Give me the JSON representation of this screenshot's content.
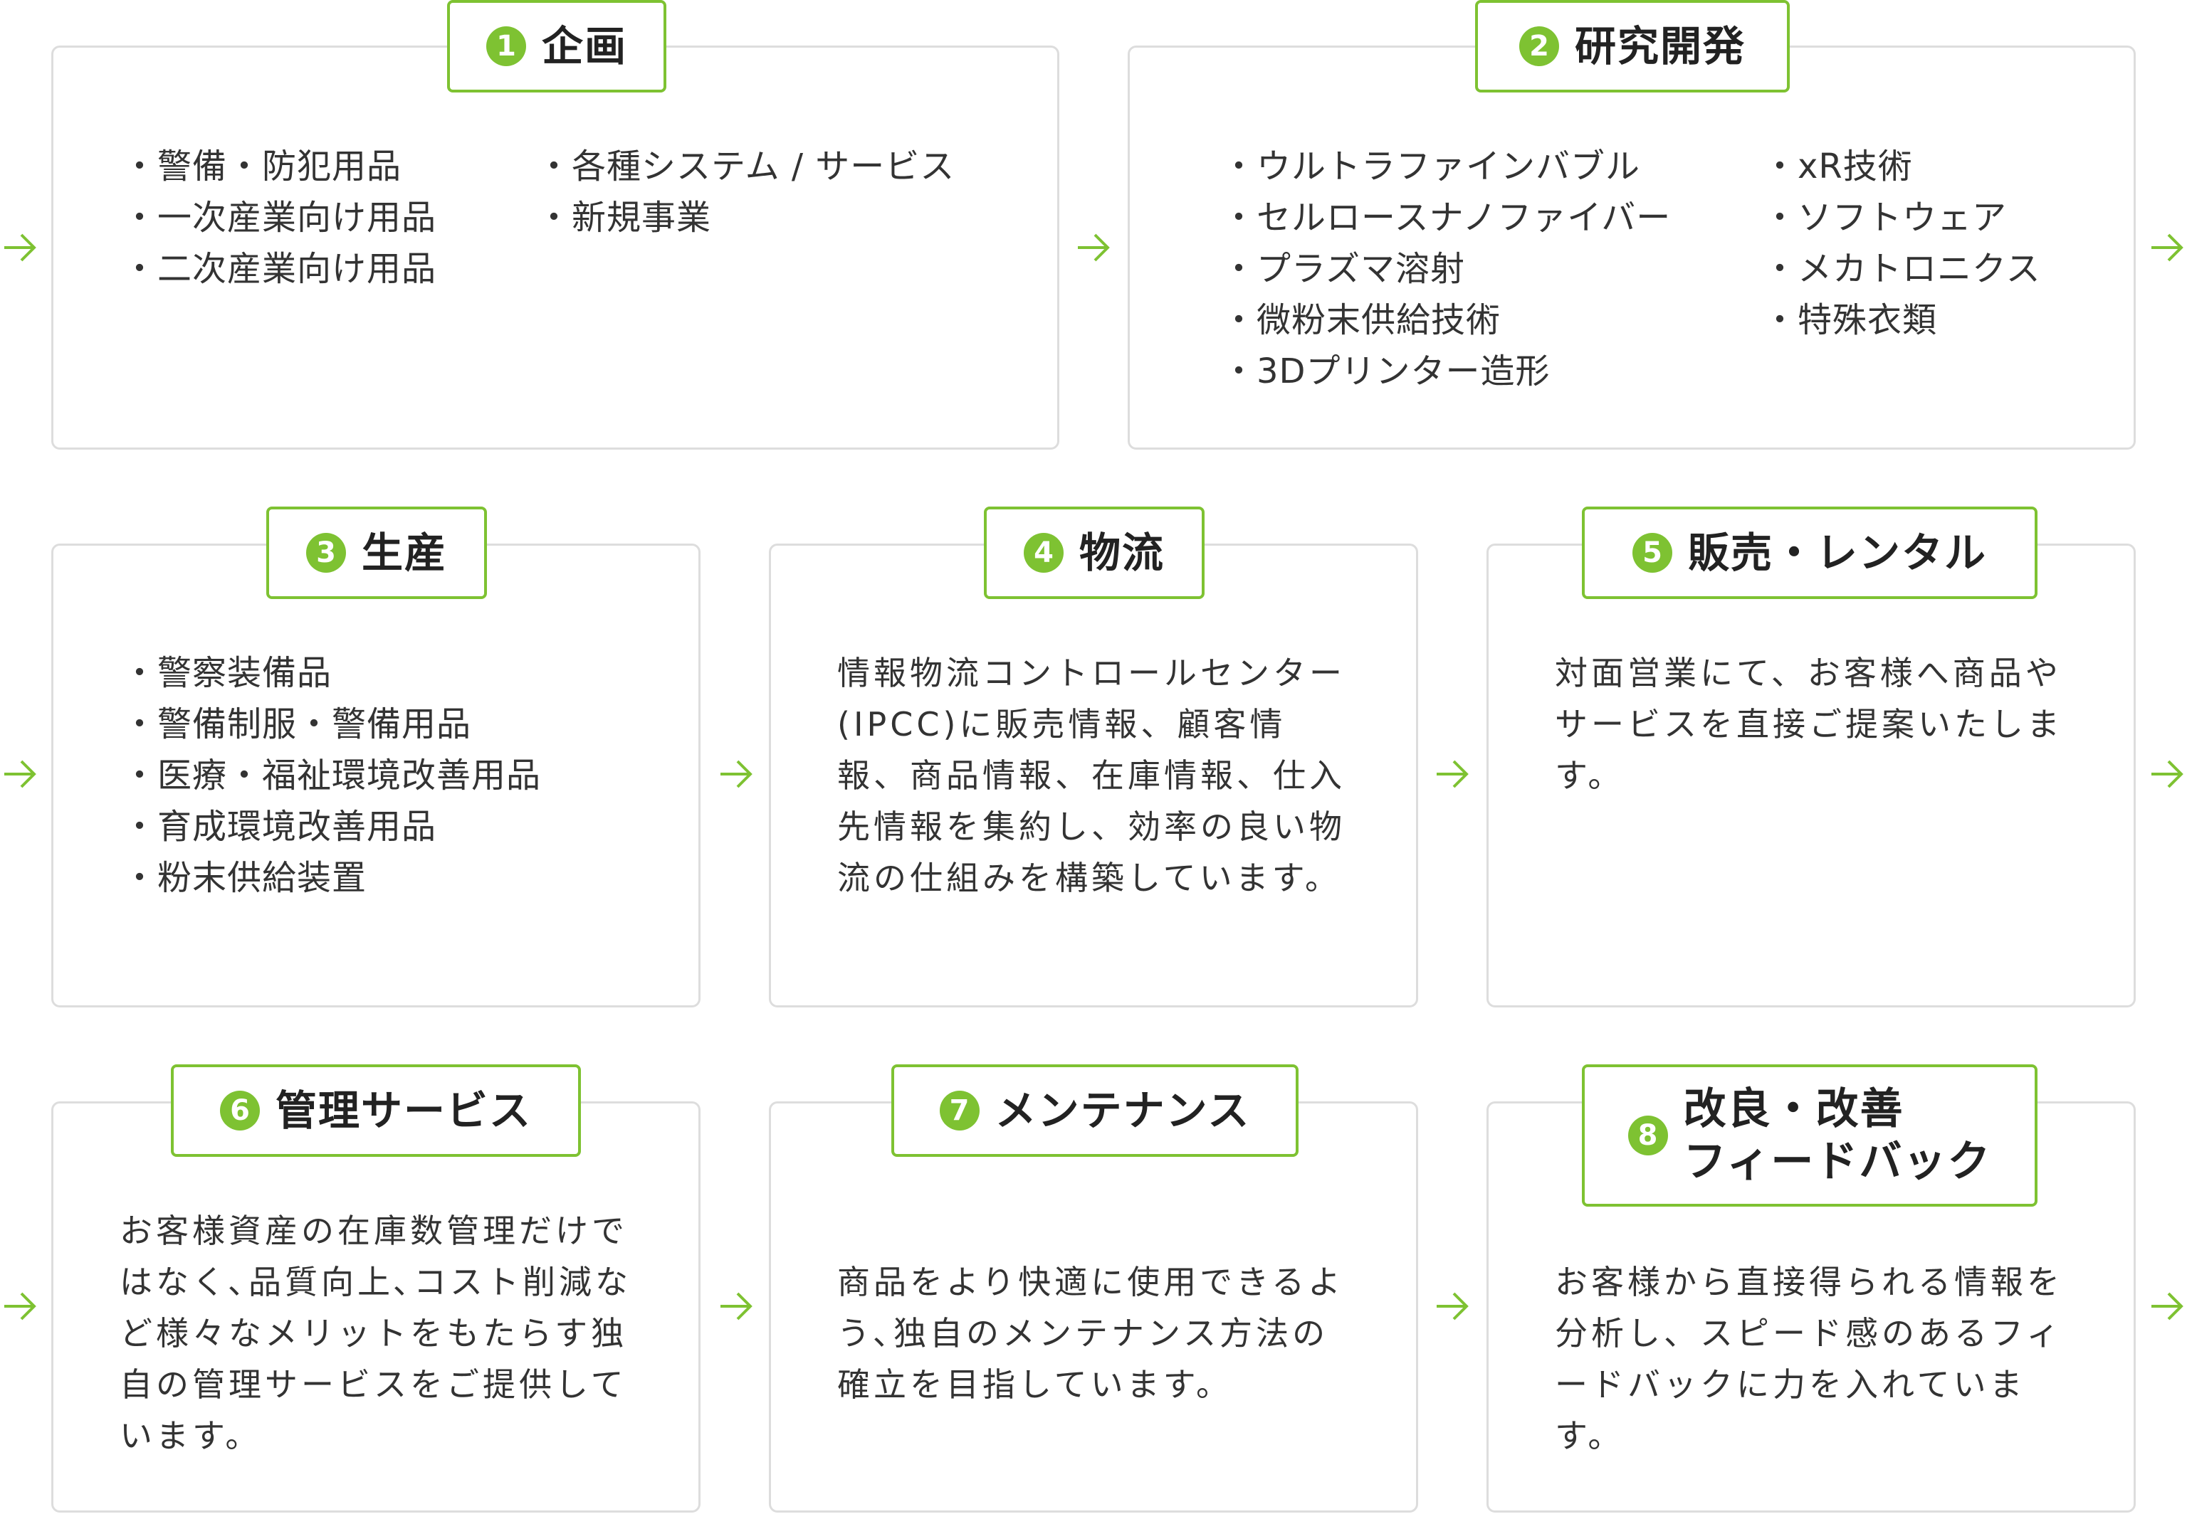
{
  "colors": {
    "accent": "#7ec232",
    "card_border": "#dddddd",
    "text": "#333333"
  },
  "steps": [
    {
      "number": "1",
      "title": "企画",
      "col1": [
        "警備・防犯用品",
        "一次産業向け用品",
        "二次産業向け用品"
      ],
      "col2": [
        "各種システム / サービス",
        "新規事業"
      ]
    },
    {
      "number": "2",
      "title": "研究開発",
      "col1": [
        "ウルトラファインバブル",
        "セルロースナノファイバー",
        "プラズマ溶射",
        "微粉末供給技術",
        "3Dプリンター造形"
      ],
      "col2": [
        "xR技術",
        "ソフトウェア",
        "メカトロニクス",
        "特殊衣類"
      ]
    },
    {
      "number": "3",
      "title": "生産",
      "col1": [
        "警察装備品",
        "警備制服・警備用品",
        "医療・福祉環境改善用品",
        "育成環境改善用品",
        "粉末供給装置"
      ]
    },
    {
      "number": "4",
      "title": "物流",
      "desc": "情報物流コントロールセンター(IPCC)に販売情報、顧客情報、商品情報、在庫情報、仕入先情報を集約し、効率の良い物流の仕組みを構築しています。"
    },
    {
      "number": "5",
      "title": "販売・レンタル",
      "desc": "対面営業にて、お客様へ商品やサービスを直接ご提案いたします。"
    },
    {
      "number": "6",
      "title": "管理サービス",
      "desc": "お客様資産の在庫数管理だけではなく､品質向上､コスト削減など様々なメリットをもたらす独自の管理サービスをご提供しています。"
    },
    {
      "number": "7",
      "title": "メンテナンス",
      "desc": "商品をより快適に使用できるよう､独自のメンテナンス方法の確立を目指しています。"
    },
    {
      "number": "8",
      "title_line1": "改良・改善",
      "title_line2": "フィードバック",
      "desc": "お客様から直接得られる情報を分析し、スピード感のあるフィードバックに力を入れています。"
    }
  ],
  "arrow_icon": "arrow-right-icon"
}
